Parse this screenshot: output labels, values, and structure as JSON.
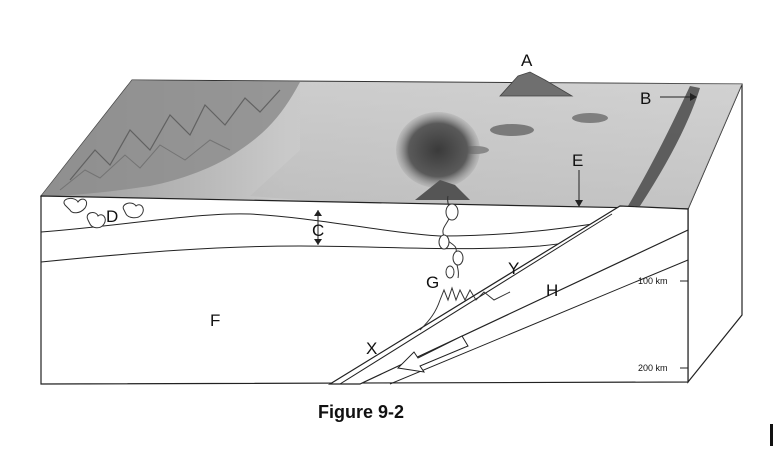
{
  "diagram": {
    "labels": {
      "A": "A",
      "B": "B",
      "C": "C",
      "D": "D",
      "E": "E",
      "F": "F",
      "G": "G",
      "H": "H",
      "X": "X",
      "Y": "Y"
    },
    "depth_labels": [
      "100 km",
      "200 km"
    ],
    "caption": "Figure 9-2"
  }
}
